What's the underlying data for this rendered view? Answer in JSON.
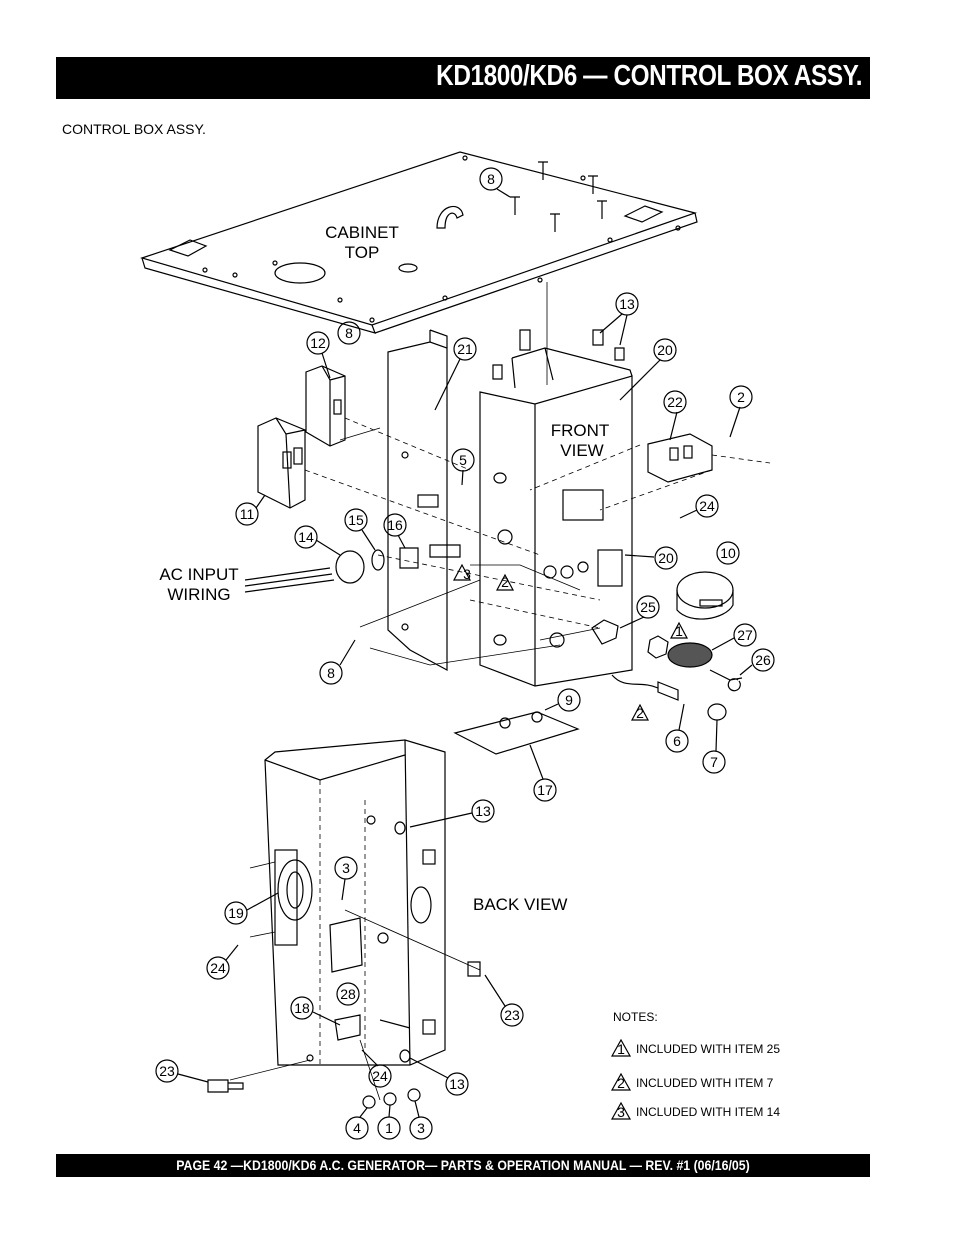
{
  "header": {
    "title": "KD1800/KD6 — CONTROL BOX ASSY."
  },
  "subtitle": "CONTROL  BOX ASSY.",
  "labels": {
    "cabinet_top_1": "CABINET",
    "cabinet_top_2": "TOP",
    "front_view_1": "FRONT",
    "front_view_2": "VIEW",
    "ac_input_1": "AC INPUT",
    "ac_input_2": "WIRING",
    "back_view": "BACK VIEW"
  },
  "callouts": [
    "8",
    "13",
    "12",
    "8",
    "21",
    "20",
    "22",
    "2",
    "5",
    "11",
    "15",
    "16",
    "14",
    "24",
    "20",
    "10",
    "3",
    "2",
    "25",
    "1",
    "27",
    "26",
    "8",
    "9",
    "2",
    "6",
    "7",
    "17",
    "13",
    "3",
    "19",
    "24",
    "28",
    "23",
    "18",
    "23",
    "24",
    "13",
    "4",
    "1",
    "3"
  ],
  "notes": {
    "heading": "NOTES:",
    "items": [
      {
        "marker": "1",
        "text": "INCLUDED WITH ITEM 25"
      },
      {
        "marker": "2",
        "text": "INCLUDED WITH ITEM 7"
      },
      {
        "marker": "3",
        "text": "INCLUDED WITH ITEM 14"
      }
    ]
  },
  "footer": "PAGE 42 —KD1800/KD6 A.C. GENERATOR— PARTS & OPERATION MANUAL — REV. #1 (06/16/05)"
}
